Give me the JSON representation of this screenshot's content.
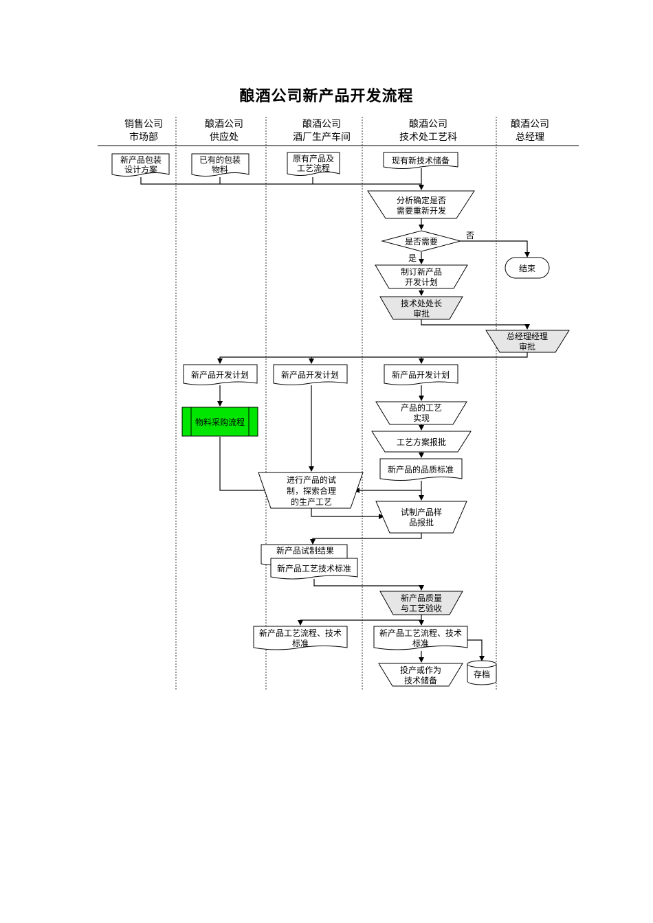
{
  "title": "酿酒公司新产品开发流程",
  "lanes": [
    {
      "line1": "销售公司",
      "line2": "市场部"
    },
    {
      "line1": "酿酒公司",
      "line2": "供应处"
    },
    {
      "line1": "酿酒公司",
      "line2": "酒厂生产车间"
    },
    {
      "line1": "酿酒公司",
      "line2": "技术处工艺科"
    },
    {
      "line1": "酿酒公司",
      "line2": "总经理"
    }
  ],
  "nodes": {
    "pack_design": [
      "新产品包装",
      "设计方案"
    ],
    "existing_material": [
      "已有的包装",
      "物料"
    ],
    "original_process": [
      "原有产品及",
      "工艺流程"
    ],
    "tech_reserve": [
      "现有新技术储备"
    ],
    "analyze": [
      "分析确定是否",
      "需要重新开发"
    ],
    "decision": [
      "是否需要"
    ],
    "end": [
      "结束"
    ],
    "make_plan": [
      "制订新产品",
      "开发计划"
    ],
    "chief_approve": [
      "技术处处长",
      "审批"
    ],
    "gm_approve": [
      "总经理经理",
      "审批"
    ],
    "plan_supply": [
      "新产品开发计划"
    ],
    "plan_factory": [
      "新产品开发计划"
    ],
    "plan_tech": [
      "新产品开发计划"
    ],
    "purchase": [
      "物料采购流程"
    ],
    "craft_realize": [
      "产品的工艺",
      "实现"
    ],
    "craft_report": [
      "工艺方案报批"
    ],
    "quality_standard": [
      "新产品的品质标准"
    ],
    "trial": [
      "进行产品的试",
      "制，探索合理",
      "的生产工艺"
    ],
    "sample_report": [
      "试制产品样",
      "品报批"
    ],
    "trial_result": [
      "新产品试制结果"
    ],
    "craft_standard": [
      "新产品工艺技术标准"
    ],
    "quality_accept": [
      "新产品质量",
      "与工艺验收"
    ],
    "final_doc_factory": [
      "新产品工艺流程、技术",
      "标准"
    ],
    "final_doc_tech": [
      "新产品工艺流程、技术",
      "标准"
    ],
    "production": [
      "投产或作为",
      "技术储备"
    ],
    "archive": [
      "存档"
    ]
  },
  "edge_labels": {
    "no": "否",
    "yes": "是"
  },
  "colors": {
    "purchase_fill": "#00e600",
    "approval_fill": "#e6e6e6",
    "line": "#000000"
  }
}
